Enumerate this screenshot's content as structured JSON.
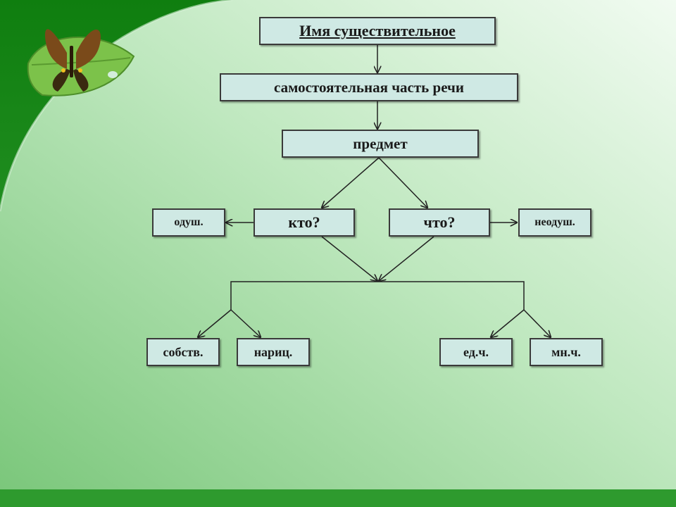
{
  "diagram": {
    "title_box": "Имя существительное",
    "level2_box": "самостоятельная часть речи",
    "level3_box": "предмет",
    "who_box": "кто?",
    "what_box": "что?",
    "animate_box": "одуш.",
    "inanimate_box": "неодуш.",
    "proper_box": "собств.",
    "common_box": "нариц.",
    "singular_box": "ед.ч.",
    "plural_box": "мн.ч."
  },
  "colors": {
    "box_fill": "#cfe9e4",
    "box_border": "#3a3a3a",
    "bg_dark_green": "#1e8f1e",
    "bg_light_green": "#e6f6e6",
    "bottom_bar": "#2e9a2e"
  },
  "decorations": {
    "corner_image": "butterfly-on-leaf-icon"
  }
}
